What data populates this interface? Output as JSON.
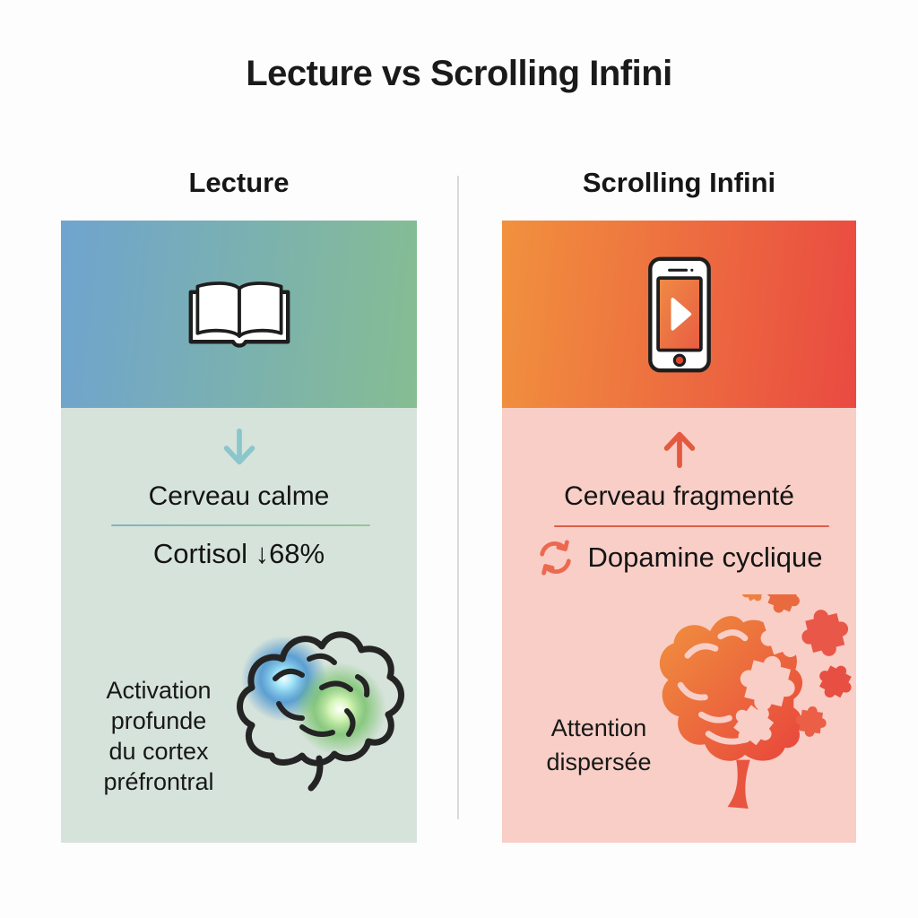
{
  "title": "Lecture vs Scrolling Infini",
  "left": {
    "heading": "Lecture",
    "header_icon": "open-book-icon",
    "arrow_icon": "down-arrow-icon",
    "arrow_glyph": "↓",
    "brain_state": "Cerveau calme",
    "metric": "Cortisol ↓68%",
    "bottom_lines": [
      "Activation",
      "profunde",
      "du cortex",
      "préfrontral"
    ],
    "brain_icon": "calm-glowing-brain-icon",
    "colors": {
      "header_gradient_start": "#6FA4CF",
      "header_gradient_end": "#86BD92",
      "body_bg": "#D6E3DA",
      "arrow": "#8AC6CB",
      "separator_start": "#7FB6BD",
      "separator_end": "#93C79B",
      "glow_blue": "#3E8ED0",
      "glow_green": "#6FBF62"
    }
  },
  "right": {
    "heading": "Scrolling Infini",
    "header_icon": "smartphone-play-icon",
    "arrow_icon": "up-arrow-icon",
    "arrow_glyph": "↑",
    "brain_state": "Cerveau fragmenté",
    "metric": "Dopamine cyclique",
    "metric_icon": "cycle-icon",
    "bottom_lines": [
      "Attention",
      "dispersée"
    ],
    "brain_icon": "fragmented-puzzle-brain-icon",
    "colors": {
      "header_gradient_start": "#F1913E",
      "header_gradient_end": "#E94A41",
      "body_bg": "#F8CEC6",
      "arrow": "#E4593F",
      "separator": "#DD5F48",
      "cycle": "#EC6950"
    }
  },
  "misc": {
    "background": "#FFFFFF",
    "divider_color": "#DADADA",
    "text_color": "#161616"
  }
}
